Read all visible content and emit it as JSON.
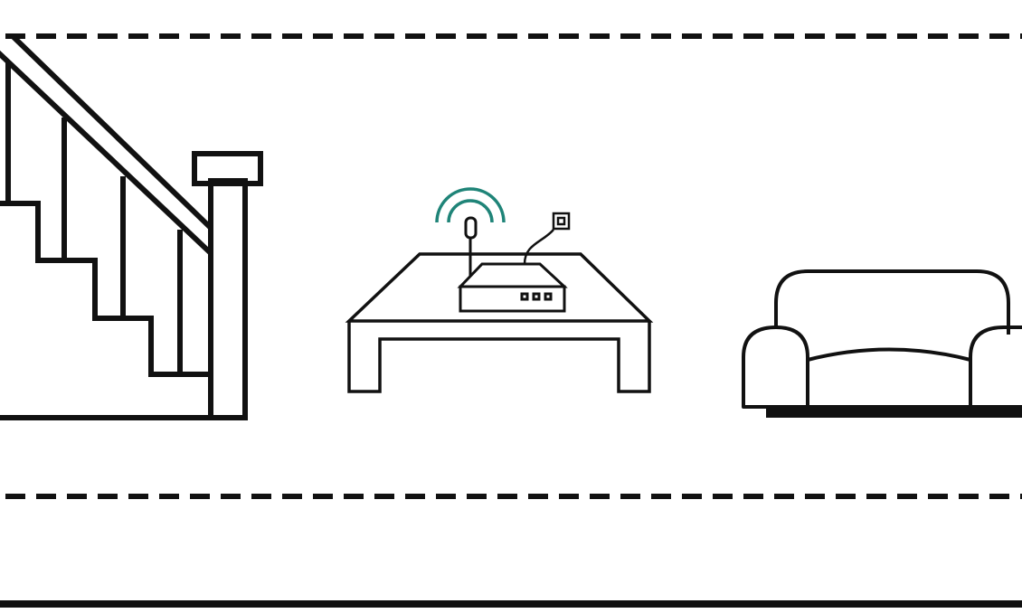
{
  "colors": {
    "background": "#ffffff",
    "stroke": "#111111",
    "wifi": "#1f8478"
  },
  "scene": {
    "items": [
      {
        "name": "staircase",
        "icon": "staircase-icon"
      },
      {
        "name": "coffee-table",
        "icon": "table-icon"
      },
      {
        "name": "router",
        "icon": "router-icon"
      },
      {
        "name": "wifi-signal",
        "icon": "wifi-signal-icon"
      },
      {
        "name": "wall-outlet",
        "icon": "outlet-icon"
      },
      {
        "name": "sofa",
        "icon": "sofa-icon"
      }
    ]
  }
}
